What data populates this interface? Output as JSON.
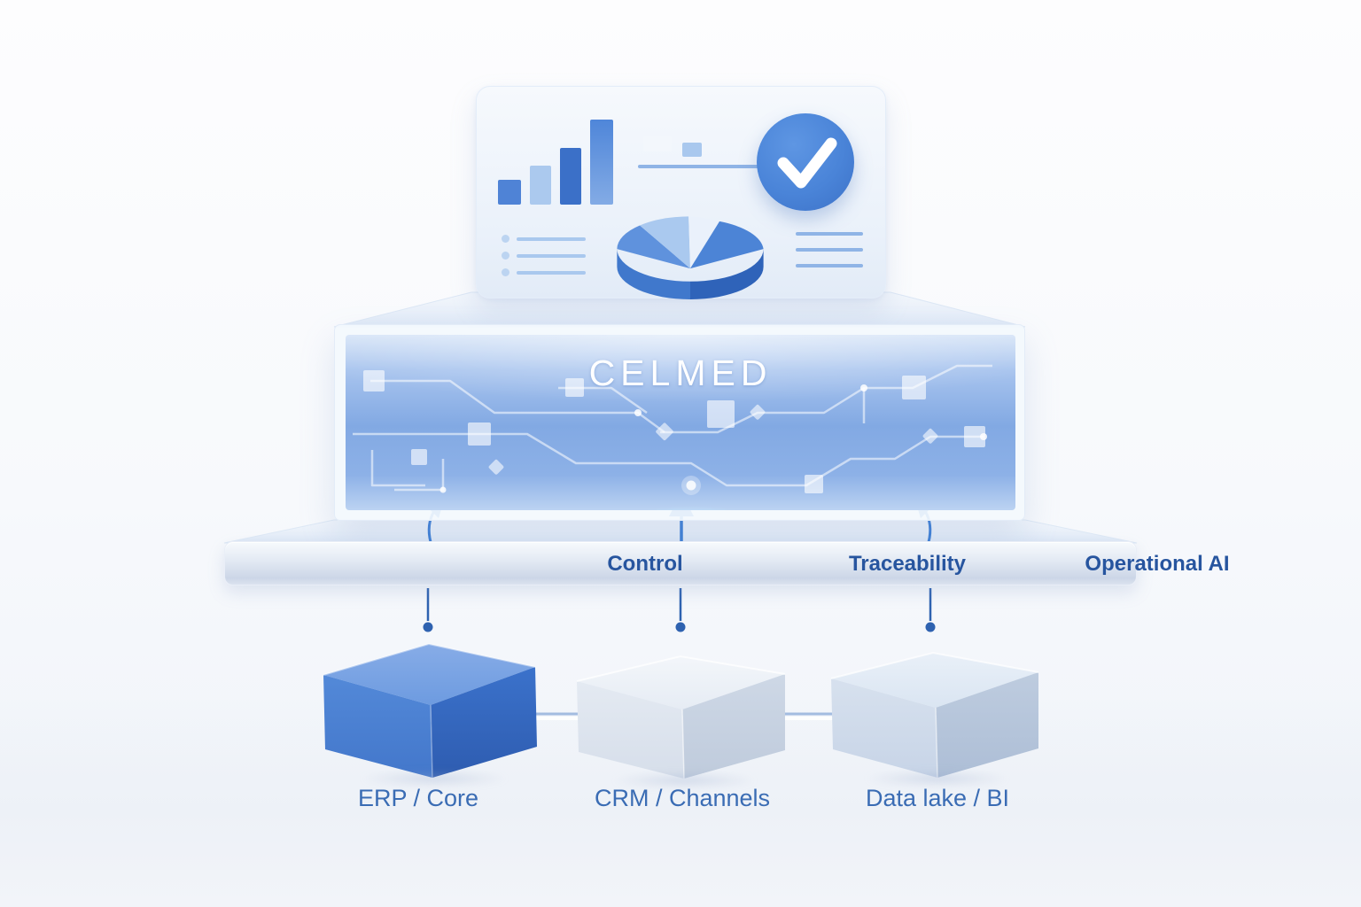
{
  "platform": {
    "name": "CELMED"
  },
  "capability_bar": {
    "items": [
      {
        "label": "Control"
      },
      {
        "label": "Traceability"
      },
      {
        "label": "Operational AI"
      }
    ]
  },
  "systems": [
    {
      "label": "ERP / Core",
      "variant": "blue"
    },
    {
      "label": "CRM / Channels",
      "variant": "light"
    },
    {
      "label": "Data lake / BI",
      "variant": "light-blue"
    }
  ],
  "dashboard_card": {
    "icons": [
      "bar-chart-icon",
      "pie-chart-icon",
      "checkmark-icon",
      "bullet-list",
      "text-lines"
    ]
  },
  "colors": {
    "accent": "#3d7ed5",
    "label_dark_blue": "#27559f",
    "system_label_blue": "#3a6cb4",
    "check_blue": "#4a84d8",
    "panel_blue": "#82a9e3",
    "cube_blue": "#4478cd",
    "cube_light": "#dde4ef",
    "connector_blue": "#2e62b0"
  }
}
